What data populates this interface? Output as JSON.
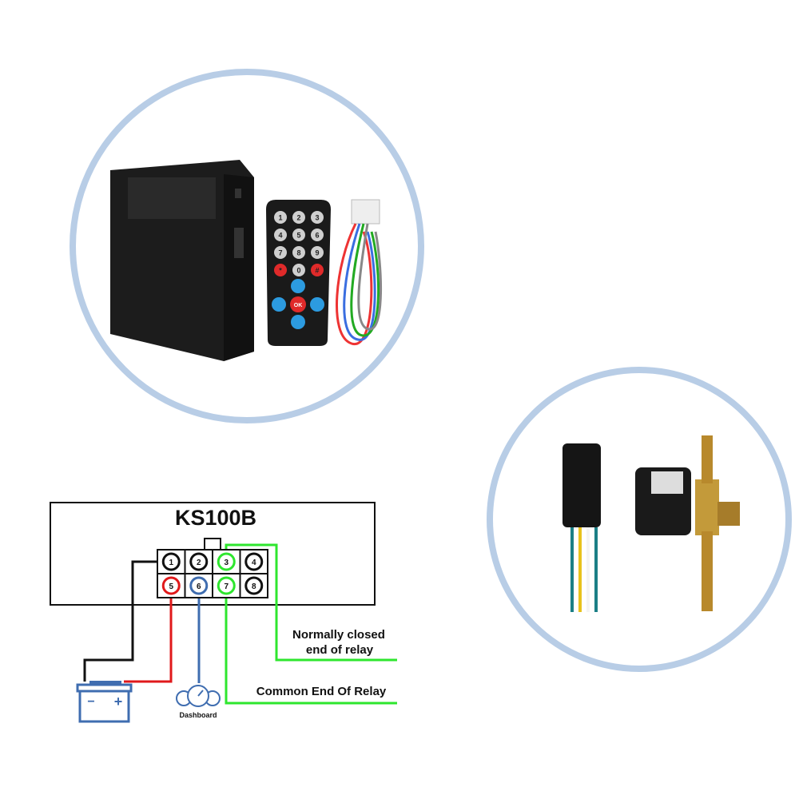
{
  "colors": {
    "ring": "#b8cde6",
    "wire_black": "#111111",
    "wire_red": "#e0191b",
    "wire_blue": "#3f6db0",
    "wire_green": "#2ee62e",
    "icon_blue": "#3f6db0"
  },
  "product_photo": {
    "remote_buttons": [
      "1",
      "2",
      "3",
      "4",
      "5",
      "6",
      "7",
      "8",
      "9",
      "*",
      "0",
      "#",
      "OK"
    ]
  },
  "diagram": {
    "title": "KS100B",
    "pins": [
      "1",
      "2",
      "3",
      "4",
      "5",
      "6",
      "7",
      "8"
    ],
    "battery": {
      "minus": "−",
      "plus": "+"
    },
    "dashboard_label": "Dashboard",
    "nc_label_line1": "Normally closed",
    "nc_label_line2": "end of relay",
    "common_label": "Common End Of Relay"
  }
}
